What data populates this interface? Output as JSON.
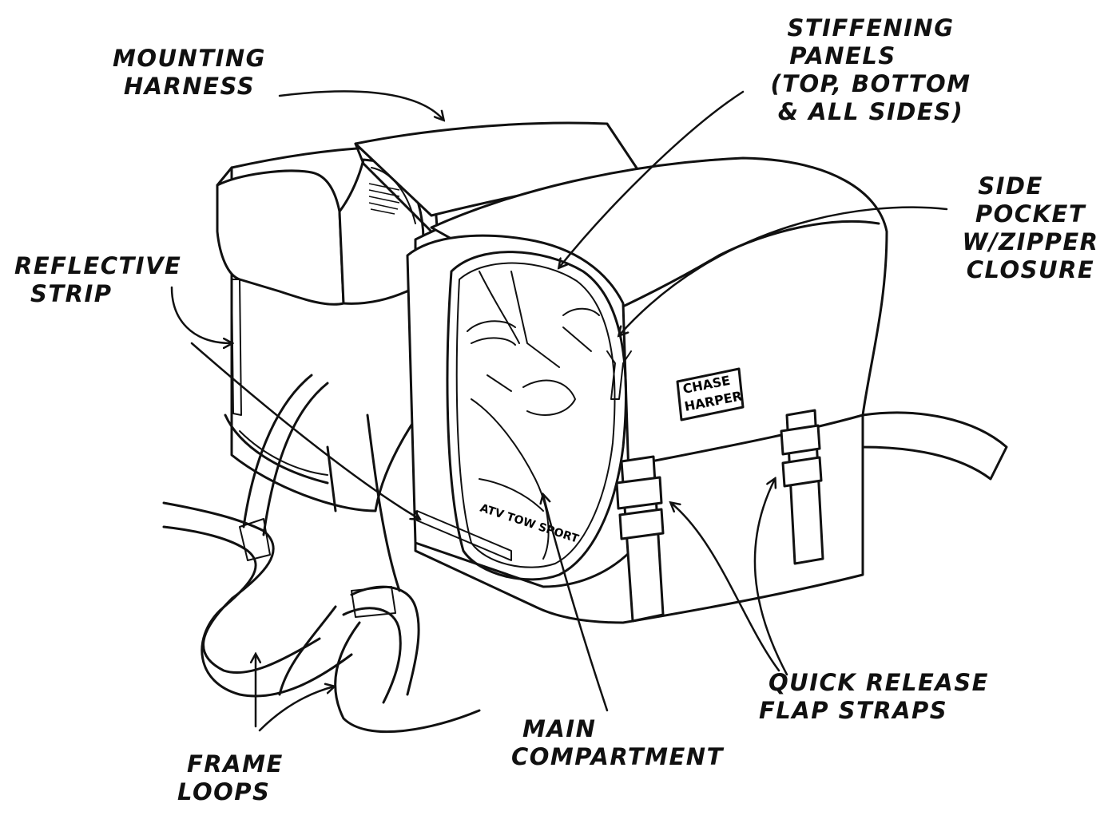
{
  "diagram": {
    "labels": {
      "mounting_harness": [
        "MOUNTING",
        "HARNESS"
      ],
      "stiffening_panels": [
        "STIFFENING",
        "PANELS",
        "(TOP, BOTTOM",
        "& ALL SIDES)"
      ],
      "side_pocket": [
        "SIDE",
        "POCKET",
        "W/ZIPPER",
        "CLOSURE"
      ],
      "reflective_strip": [
        "REFLECTIVE",
        "STRIP"
      ],
      "quick_release": [
        "QUICK RELEASE",
        "FLAP STRAPS"
      ],
      "main_compartment": [
        "MAIN",
        "COMPARTMENT"
      ],
      "frame_loops": [
        "FRAME",
        "LOOPS"
      ]
    },
    "logo": [
      "CHASE",
      "HARPER"
    ],
    "bag_label": "ATV TOW SPORT",
    "colors": {
      "ink": "#111111",
      "paper": "#ffffff"
    }
  }
}
